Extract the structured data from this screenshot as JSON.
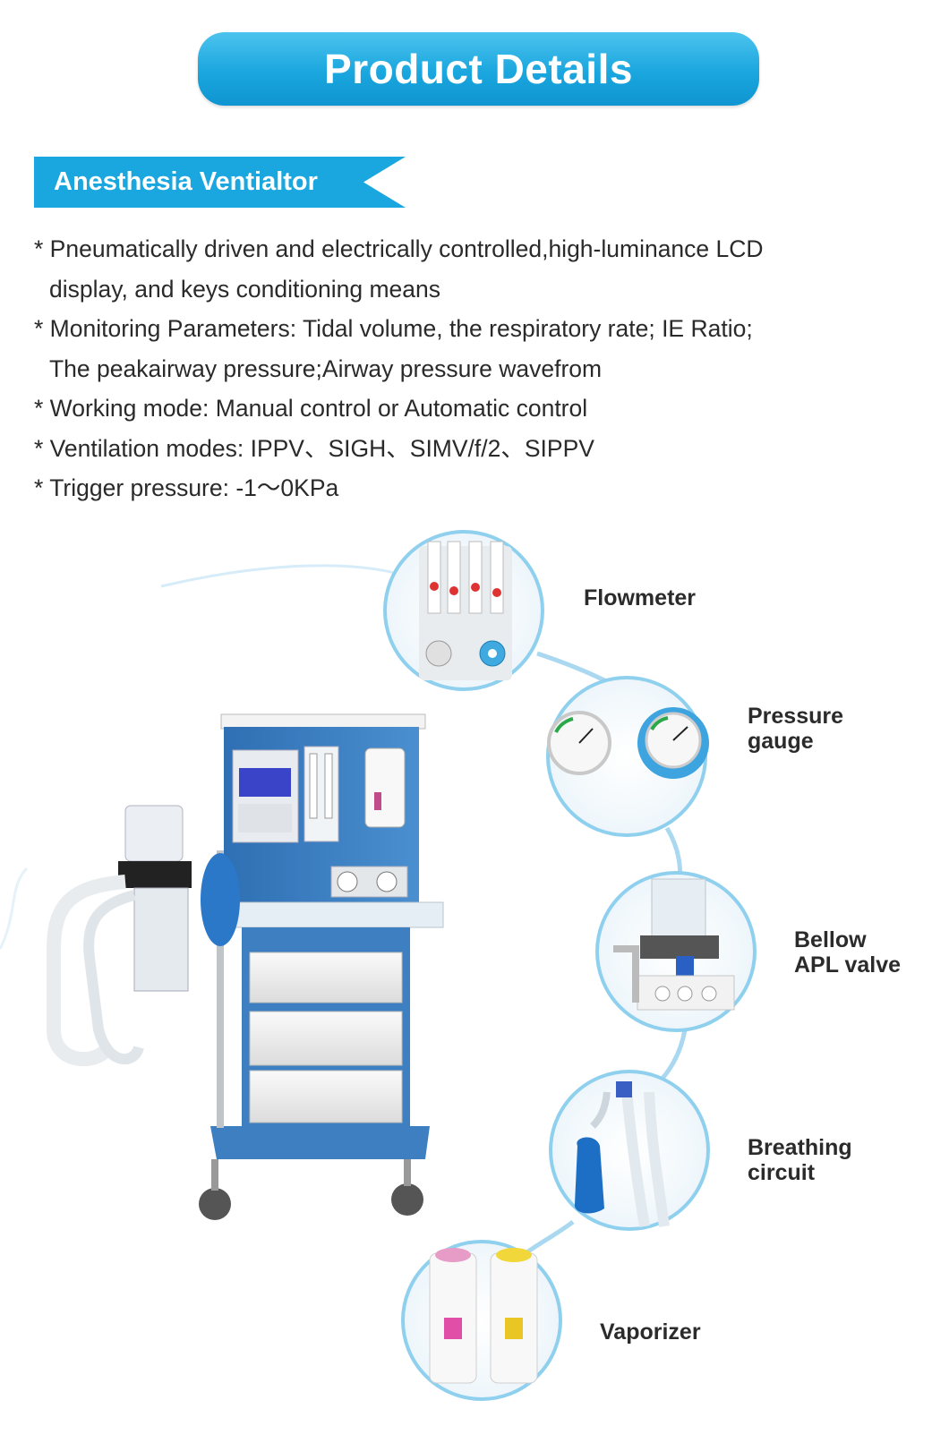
{
  "banner": {
    "title": "Product Details"
  },
  "section": {
    "title": "Anesthesia Ventialtor"
  },
  "features": [
    {
      "line1": "* Pneumatically driven and electrically controlled,high-luminance LCD",
      "line2": "display, and keys conditioning means"
    },
    {
      "line1": "* Monitoring Parameters: Tidal volume, the respiratory rate; IE Ratio;",
      "line2": "The peakairway pressure;Airway pressure wavefrom"
    },
    {
      "line1": "* Working mode: Manual control or Automatic control"
    },
    {
      "line1": "* Ventilation modes: IPPV、SIGH、SIMV/f/2、SIPPV"
    },
    {
      "line1": "* Trigger pressure: -1～0KPa"
    }
  ],
  "components": [
    {
      "label": "Flowmeter"
    },
    {
      "label1": "Pressure",
      "label2": "gauge"
    },
    {
      "label1": "Bellow",
      "label2": "APL valve"
    },
    {
      "label1": "Breathing",
      "label2": "circuit"
    },
    {
      "label": "Vaporizer"
    }
  ],
  "colors": {
    "accent": "#1aa6de",
    "machine_blue": "#3d7fc1",
    "connector": "#a9d8f0"
  }
}
